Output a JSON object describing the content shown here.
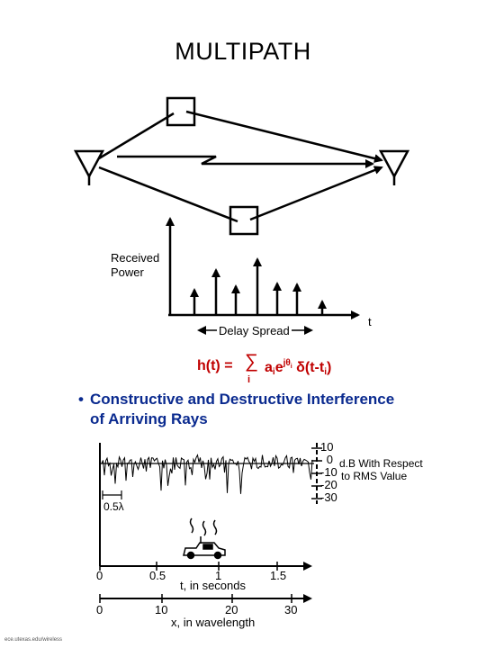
{
  "title": "MULTIPATH",
  "power_plot": {
    "ylabel_line1": "Received",
    "ylabel_line2": "Power",
    "t_label": "t",
    "delay_spread_label": "Delay Spread"
  },
  "formula": {
    "lhs": "h(t) =",
    "sum": "∑",
    "sub_i": "i",
    "term_a": "a",
    "term_e": "e",
    "exp_j": "j",
    "exp_theta": "θ",
    "term_delta": " δ(t-t",
    "term_end": ")"
  },
  "bullet": {
    "symbol": "•",
    "line1": "Constructive and Destructive Interference",
    "line2": "of Arriving Rays"
  },
  "fading_plot": {
    "db_ticks": [
      "10",
      "0",
      "-10",
      "-20",
      "-30"
    ],
    "db_note_line1": "d.B With Respect",
    "db_note_line2": "to RMS Value",
    "half_lambda": "0.5λ",
    "time_ticks": [
      "0",
      "0.5",
      "1",
      "1.5"
    ],
    "time_label": "t, in seconds",
    "wl_ticks": [
      "0",
      "10",
      "20",
      "30"
    ],
    "wl_label": "x, in wavelength"
  },
  "footer": "ece.utexas.edu/wireless"
}
